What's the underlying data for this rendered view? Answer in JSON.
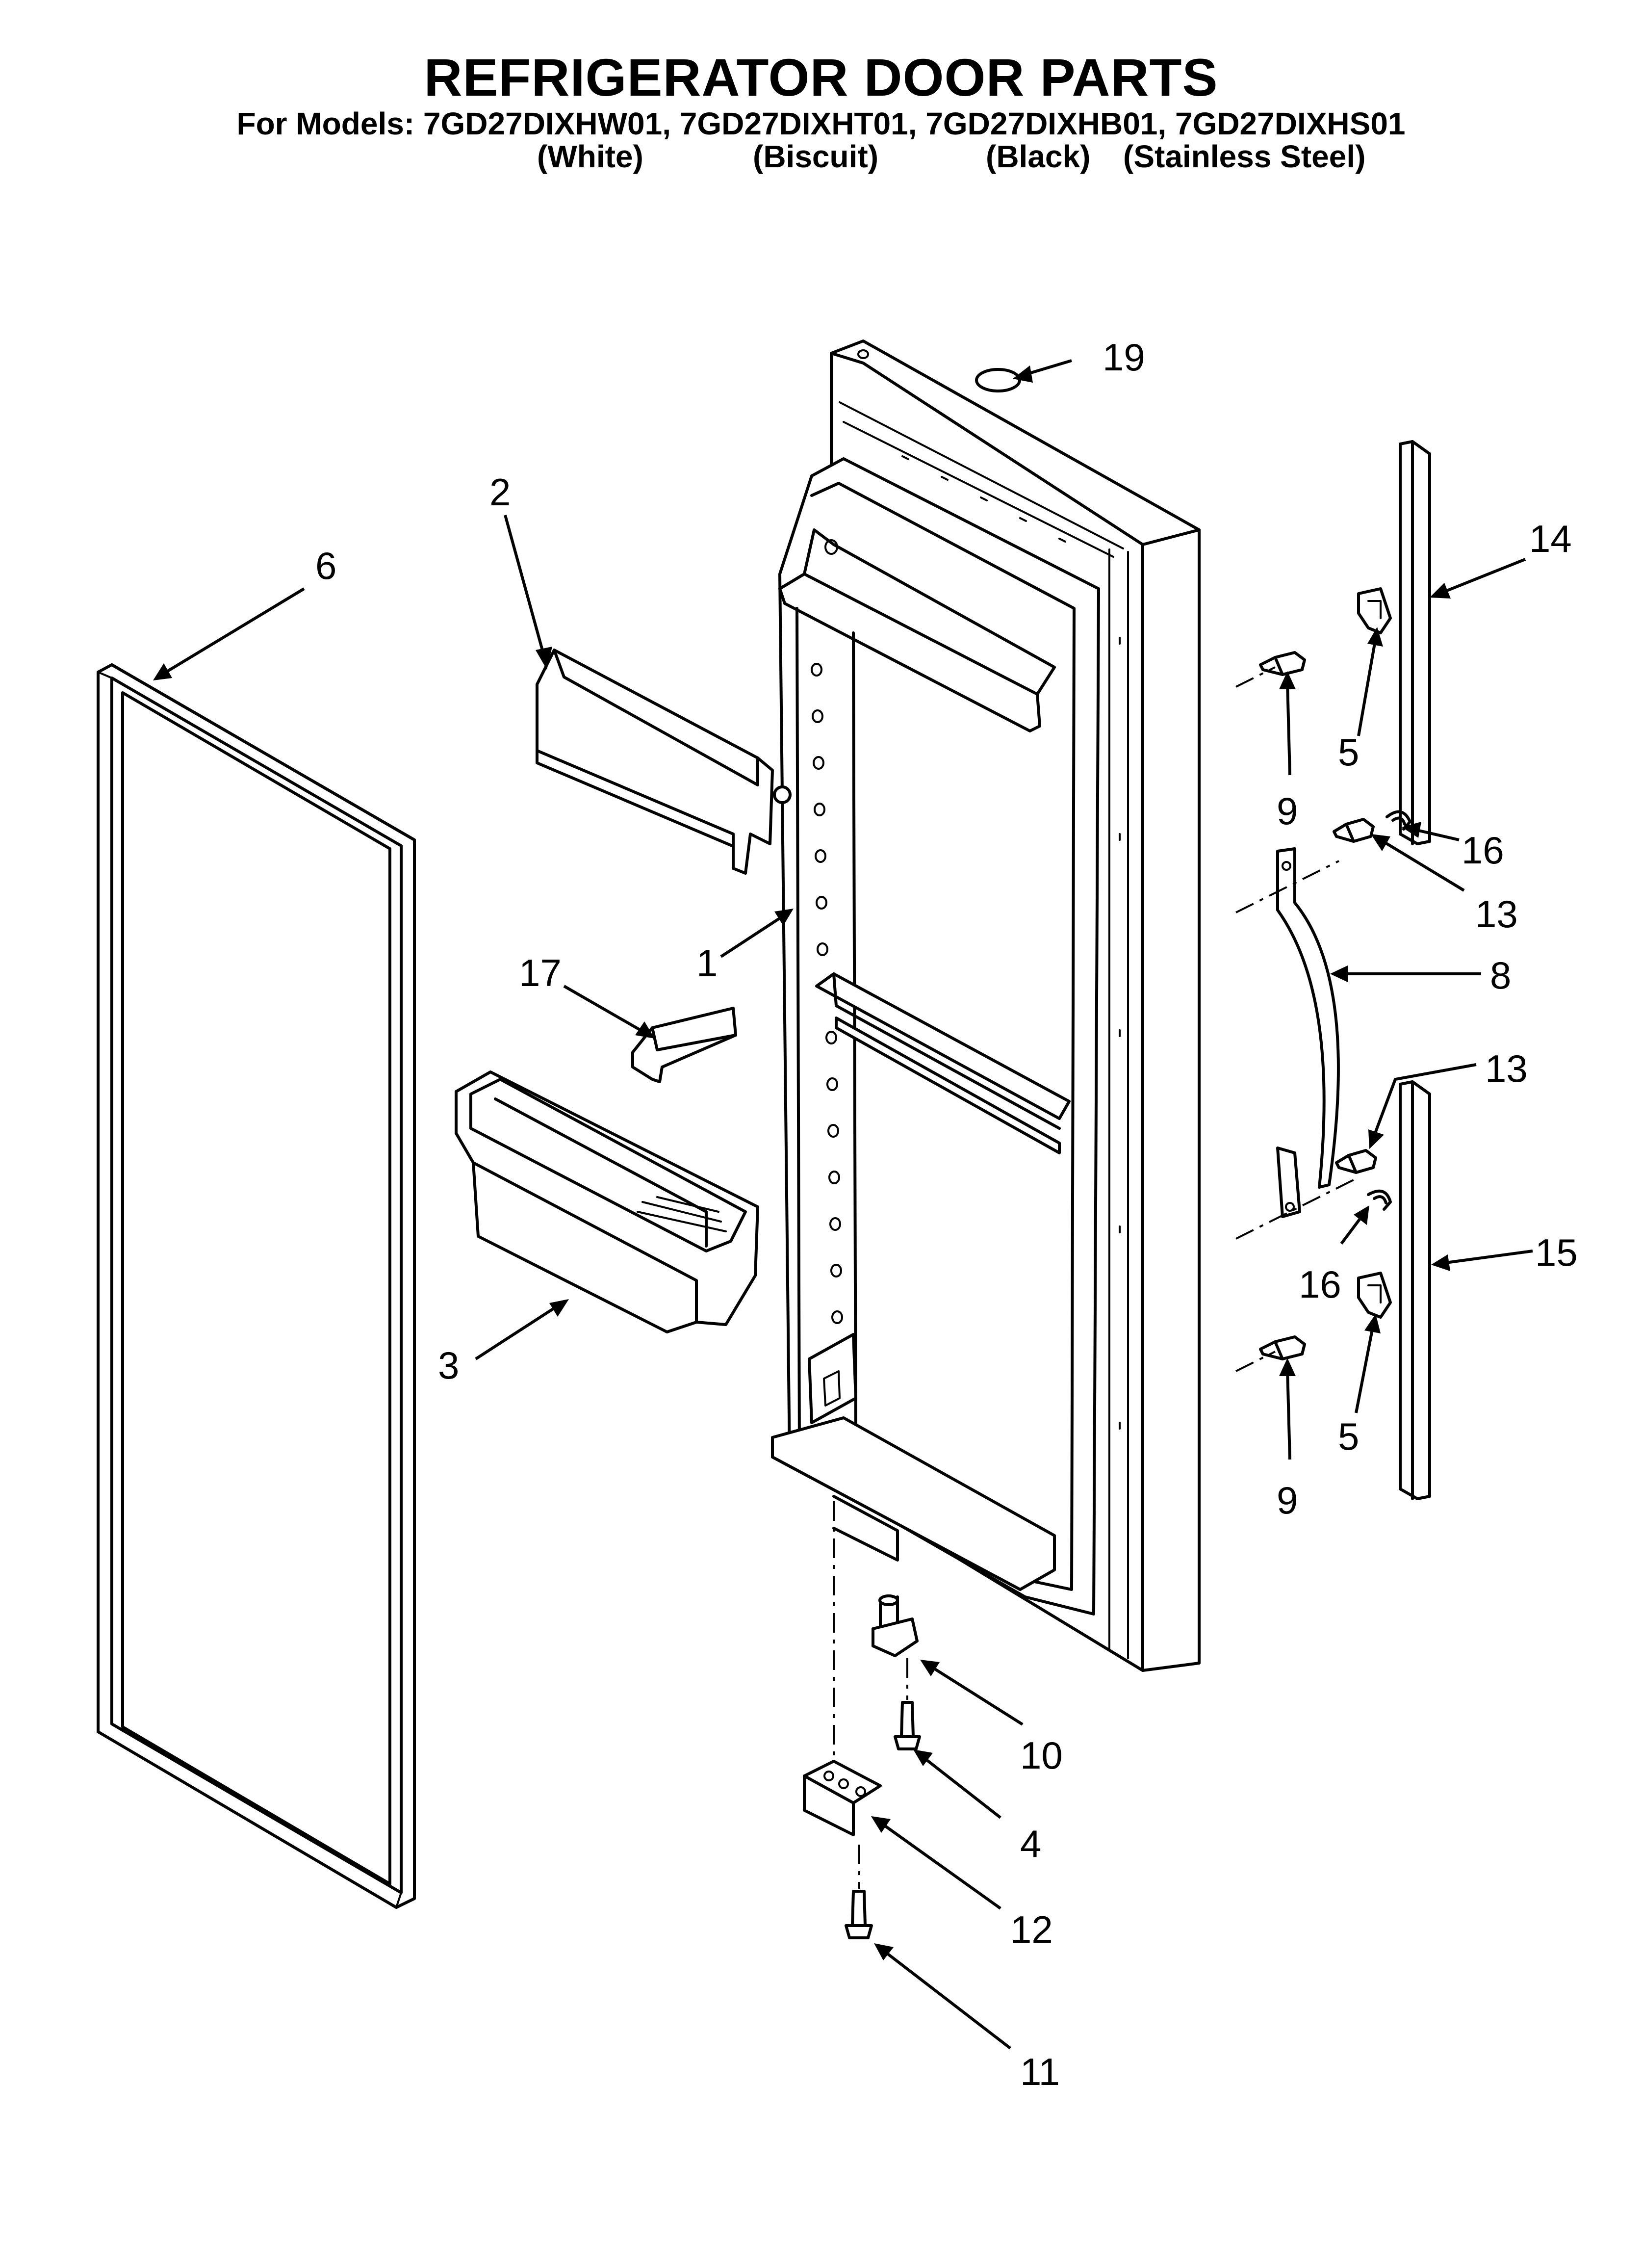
{
  "header": {
    "title": "REFRIGERATOR DOOR PARTS",
    "models_line": "For Models: 7GD27DIXHW01, 7GD27DIXHT01, 7GD27DIXHB01, 7GD27DIXHS01",
    "variants": [
      "(White)",
      "(Biscuit)",
      "(Black)",
      "(Stainless Steel)"
    ]
  },
  "callouts": {
    "door_liner": "1",
    "dairy_door": "2",
    "door_bin": "3",
    "hinge_screw": "4",
    "trim_clip_upper": "5",
    "trim_clip_lower": "5",
    "gasket": "6",
    "handle": "8",
    "clip_screw_upper": "9",
    "clip_screw_lower": "9",
    "hinge_pin": "10",
    "bottom_screw": "11",
    "bottom_hinge": "12",
    "handle_screw_upper": "13",
    "handle_screw_lower": "13",
    "trim_upper": "14",
    "trim_lower": "15",
    "clip_upper": "16",
    "clip_lower": "16",
    "shelf_clip": "17",
    "plug_button": "19"
  }
}
